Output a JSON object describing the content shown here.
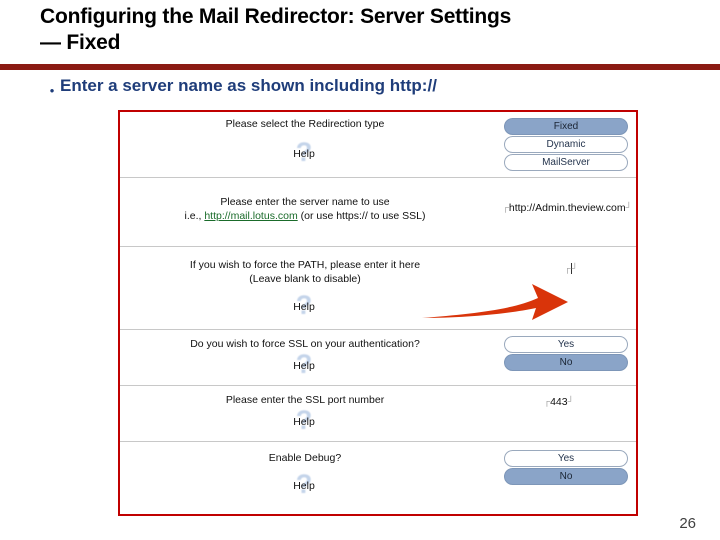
{
  "slide": {
    "title_line1": "Configuring the Mail Redirector: Server Settings",
    "title_line2": "— Fixed",
    "bullet_marker": "•",
    "bullet_text": "Enter a server name as shown including http://",
    "page_number": "26",
    "accent_color": "#8B1A13",
    "bullet_color": "#1F3D7A",
    "frame_color": "#C00000",
    "arrow_color": "#D9340A"
  },
  "screenshot": {
    "sections": [
      {
        "id": "redirection-type",
        "prompt": "Please select the Redirection type",
        "help_label": "Help",
        "help_icon": "question-mark-icon",
        "options": [
          {
            "label": "Fixed",
            "selected": true
          },
          {
            "label": "Dynamic",
            "selected": false
          },
          {
            "label": "MailServer",
            "selected": false
          }
        ]
      },
      {
        "id": "server-name",
        "prompt_line1": "Please enter the server name to use",
        "prompt_line2_pre": "i.e., ",
        "prompt_link": "http://mail.lotus.com",
        "prompt_line2_post": " (or use https:// to use SSL)",
        "value": "http://Admin.theview.com",
        "field_open_marker": "┌",
        "field_close_marker": "┘"
      },
      {
        "id": "force-path",
        "prompt_line1": "If you wish to force the PATH, please enter it here",
        "prompt_line2": "(Leave blank to disable)",
        "help_label": "Help",
        "help_icon": "question-mark-icon",
        "value": "",
        "field_open_marker": "┌",
        "field_close_marker": "┘"
      },
      {
        "id": "force-ssl",
        "prompt": "Do you wish to force SSL on your authentication?",
        "help_label": "Help",
        "help_icon": "question-mark-icon",
        "options": [
          {
            "label": "Yes",
            "selected": false
          },
          {
            "label": "No",
            "selected": true
          }
        ]
      },
      {
        "id": "ssl-port",
        "prompt": "Please enter the SSL port number",
        "help_label": "Help",
        "help_icon": "question-mark-icon",
        "value": "443",
        "field_open_marker": "┌",
        "field_close_marker": "┘"
      },
      {
        "id": "enable-debug",
        "prompt": "Enable Debug?",
        "help_label": "Help",
        "help_icon": "question-mark-icon",
        "options": [
          {
            "label": "Yes",
            "selected": false
          },
          {
            "label": "No",
            "selected": true
          }
        ]
      }
    ]
  }
}
